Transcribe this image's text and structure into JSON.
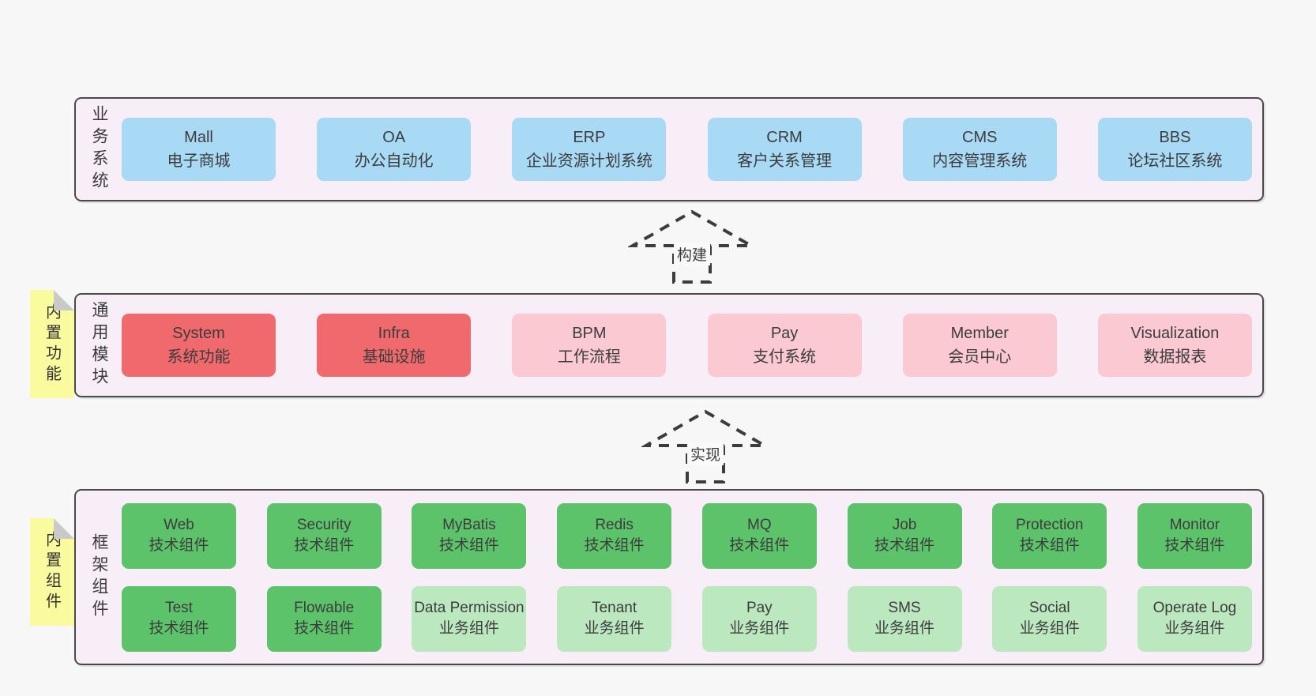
{
  "diagram": {
    "background": "#f7f7f7",
    "panel_background": "#f8eef7",
    "panel_border": "#4a4a4a",
    "text_color": "#3c3c3c",
    "sticky_color": "#fafa9e",
    "sticky_fold_color": "#c9c9c9",
    "arrow_color": "#3c3c3c"
  },
  "arrows": [
    {
      "label": "构建"
    },
    {
      "label": "实现"
    }
  ],
  "bands": [
    {
      "label": "业务系统",
      "box_color": "#a9daf5",
      "boxes": [
        {
          "title": "Mall",
          "subtitle": "电子商城"
        },
        {
          "title": "OA",
          "subtitle": "办公自动化"
        },
        {
          "title": "ERP",
          "subtitle": "企业资源计划系统"
        },
        {
          "title": "CRM",
          "subtitle": "客户关系管理"
        },
        {
          "title": "CMS",
          "subtitle": "内容管理系统"
        },
        {
          "title": "BBS",
          "subtitle": "论坛社区系统"
        }
      ]
    },
    {
      "label": "通用模块",
      "sticky": "内置功能",
      "boxes": [
        {
          "title": "System",
          "subtitle": "系统功能",
          "color": "#f0696c"
        },
        {
          "title": "Infra",
          "subtitle": "基础设施",
          "color": "#f0696c"
        },
        {
          "title": "BPM",
          "subtitle": "工作流程",
          "color": "#fac9d1"
        },
        {
          "title": "Pay",
          "subtitle": "支付系统",
          "color": "#fac9d1"
        },
        {
          "title": "Member",
          "subtitle": "会员中心",
          "color": "#fac9d1"
        },
        {
          "title": "Visualization",
          "subtitle": "数据报表",
          "color": "#fac9d1"
        }
      ]
    },
    {
      "label": "框架组件",
      "sticky": "内置组件",
      "rows": [
        {
          "boxes": [
            {
              "title": "Web",
              "subtitle": "技术组件",
              "color": "#5dc36b"
            },
            {
              "title": "Security",
              "subtitle": "技术组件",
              "color": "#5dc36b"
            },
            {
              "title": "MyBatis",
              "subtitle": "技术组件",
              "color": "#5dc36b"
            },
            {
              "title": "Redis",
              "subtitle": "技术组件",
              "color": "#5dc36b"
            },
            {
              "title": "MQ",
              "subtitle": "技术组件",
              "color": "#5dc36b"
            },
            {
              "title": "Job",
              "subtitle": "技术组件",
              "color": "#5dc36b"
            },
            {
              "title": "Protection",
              "subtitle": "技术组件",
              "color": "#5dc36b"
            },
            {
              "title": "Monitor",
              "subtitle": "技术组件",
              "color": "#5dc36b"
            }
          ]
        },
        {
          "boxes": [
            {
              "title": "Test",
              "subtitle": "技术组件",
              "color": "#5dc36b"
            },
            {
              "title": "Flowable",
              "subtitle": "技术组件",
              "color": "#5dc36b"
            },
            {
              "title": "Data Permission",
              "subtitle": "业务组件",
              "color": "#bce8bf"
            },
            {
              "title": "Tenant",
              "subtitle": "业务组件",
              "color": "#bce8bf"
            },
            {
              "title": "Pay",
              "subtitle": "业务组件",
              "color": "#bce8bf"
            },
            {
              "title": "SMS",
              "subtitle": "业务组件",
              "color": "#bce8bf"
            },
            {
              "title": "Social",
              "subtitle": "业务组件",
              "color": "#bce8bf"
            },
            {
              "title": "Operate Log",
              "subtitle": "业务组件",
              "color": "#bce8bf"
            }
          ]
        }
      ]
    }
  ]
}
